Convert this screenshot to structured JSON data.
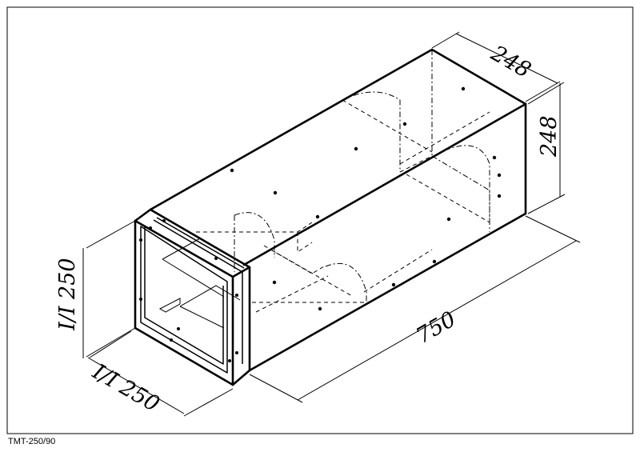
{
  "drawing": {
    "model_code": "TMT-250/90",
    "dimensions": {
      "top_width": "248",
      "top_height": "248",
      "length": "750",
      "inlet_height": "I/I 250",
      "inlet_width": "I/I 250"
    }
  }
}
